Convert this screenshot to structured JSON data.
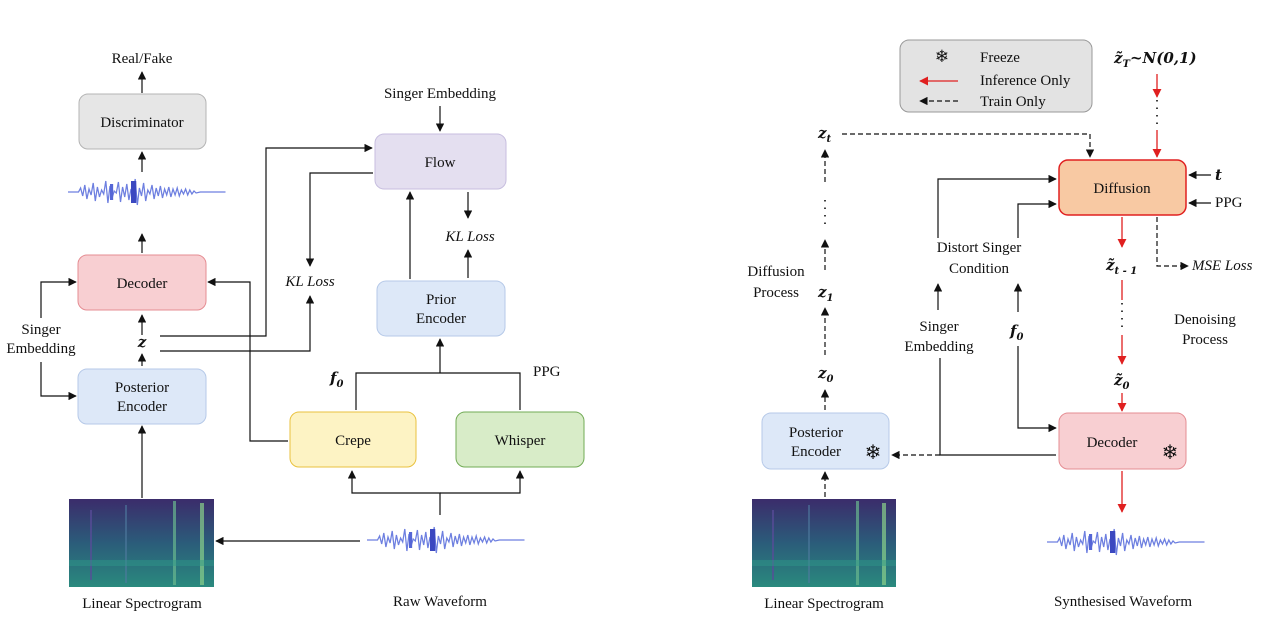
{
  "left": {
    "discriminator": "Discriminator",
    "real_fake": "Real/Fake",
    "decoder": "Decoder",
    "posterior_encoder": [
      "Posterior",
      "Encoder"
    ],
    "singer_embedding": [
      "Singer",
      "Embedding"
    ],
    "z": "z",
    "flow": "Flow",
    "flow_singer_embedding": "Singer Embedding",
    "kl_loss_mid": "KL Loss",
    "kl_loss_right": "KL Loss",
    "prior_encoder": [
      "Prior",
      "Encoder"
    ],
    "f0": "f",
    "f0_sub": "0",
    "ppg": "PPG",
    "crepe": "Crepe",
    "whisper": "Whisper",
    "linear_spectrogram": "Linear Spectrogram",
    "raw_waveform": "Raw Waveform"
  },
  "right": {
    "legend": {
      "freeze": "Freeze",
      "inference_only": "Inference Only",
      "train_only": "Train Only"
    },
    "zT": "z̃",
    "zT_sub": "T",
    "zT_dist": "~N(0,1)",
    "zt": "z",
    "zt_sub": "t",
    "diffusion": "Diffusion",
    "t": "t",
    "ppg": "PPG",
    "mse_loss": "MSE Loss",
    "distort": [
      "Distort Singer",
      "Condition"
    ],
    "diffusion_process": [
      "Diffusion",
      "Process"
    ],
    "z1": "z",
    "z1_sub": "1",
    "z0": "z",
    "z0_sub": "0",
    "zt1": "z̃",
    "zt1_sub": "t - 1",
    "z0t": "z̃",
    "z0t_sub": "0",
    "singer_embedding": [
      "Singer",
      "Embedding"
    ],
    "f0": "f",
    "f0_sub": "0",
    "denoising_process": [
      "Denoising",
      "Process"
    ],
    "posterior_encoder": [
      "Posterior",
      "Encoder"
    ],
    "decoder": "Decoder",
    "linear_spectrogram": "Linear Spectrogram",
    "synthesised_waveform": "Synthesised Waveform"
  },
  "colors": {
    "discriminator_fill": "#e6e6e6",
    "decoder_fill": "#f8cfd2",
    "encoder_fill": "#dde8f8",
    "flow_fill": "#e4dff0",
    "crepe_fill": "#fdf3c4",
    "whisper_fill": "#d8ecc8",
    "diffusion_fill": "#f8c9a3",
    "inference_arrow": "#e02020"
  },
  "icons": [
    "snowflake-icon",
    "waveform-image",
    "spectrogram-image"
  ]
}
